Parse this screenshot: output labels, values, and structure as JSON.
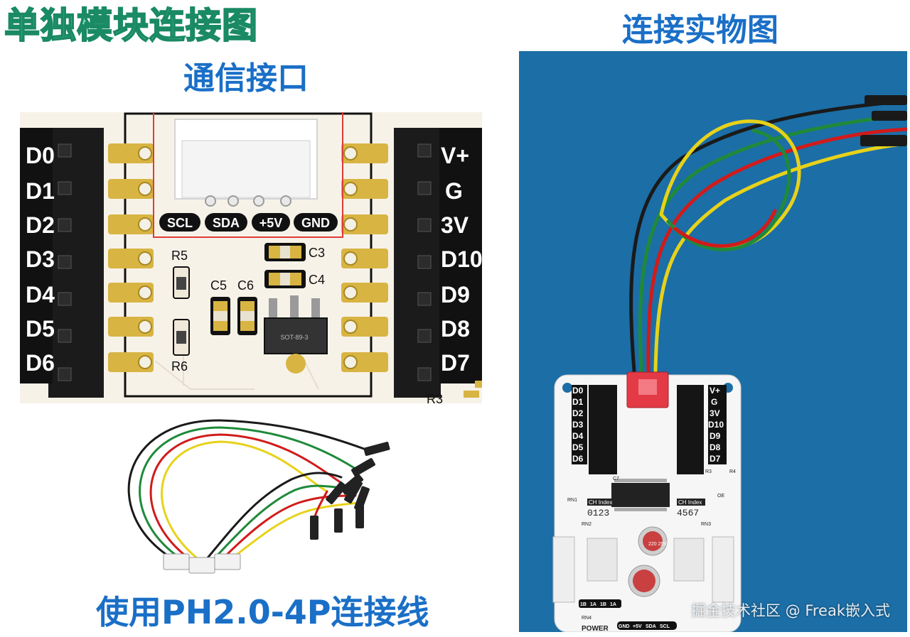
{
  "titles": {
    "main": "单独模块连接图",
    "comm_port": "通信接口",
    "real_photo": "连接实物图",
    "cable": "使用PH2.0-4P连接线"
  },
  "pcb": {
    "left_pins": [
      "D0",
      "D1",
      "D2",
      "D3",
      "D4",
      "D5",
      "D6"
    ],
    "right_pins": [
      "V+",
      "G",
      "3V",
      "D10",
      "D9",
      "D8",
      "D7"
    ],
    "connector_pins": [
      "SCL",
      "SDA",
      "+5V",
      "GND"
    ],
    "components": {
      "r5": "R5",
      "r6": "R6",
      "c3": "C3",
      "c4": "C4",
      "c5": "C5",
      "c6": "C6",
      "r3": "R3",
      "regulator": "SOT-89-3"
    }
  },
  "photo_board": {
    "left_pins": [
      "D0",
      "D1",
      "D2",
      "D3",
      "D4",
      "D5",
      "D6"
    ],
    "right_pins": [
      "V+",
      "G",
      "3V",
      "D10",
      "D9",
      "D8",
      "D7"
    ],
    "ch_index_left": "CH Index",
    "ch_digits_left": "0123",
    "ch_index_right": "CH Index",
    "ch_digits_right": "4567",
    "rn1": "RN1",
    "rn2": "RN2",
    "rn3": "RN3",
    "rn4": "RN4",
    "c7": "C7",
    "r3": "R3",
    "r4": "R4",
    "oe": "OE",
    "cap_text": "220 25V",
    "power": "POWER",
    "bottom_pins": [
      "GND",
      "+5V",
      "SDA",
      "SCL"
    ],
    "bottom_left_pins": [
      "1B",
      "1A",
      "1B",
      "1A"
    ]
  },
  "watermark": "掘金技术社区 @ Freak嵌入式",
  "colors": {
    "title_blue": "#1a6fc7",
    "title_green": "#7fe0b8",
    "pcb_bg": "#f7f2e8",
    "header_black": "#1b1b1b",
    "pad_gold": "#d8b443",
    "photo_bg": "#1c6ea6",
    "wire_black": "#1a1a1a",
    "wire_green": "#1f8a3a",
    "wire_red": "#d11b1b",
    "wire_yellow": "#e7d21a",
    "frame_red": "#e03a3a"
  }
}
